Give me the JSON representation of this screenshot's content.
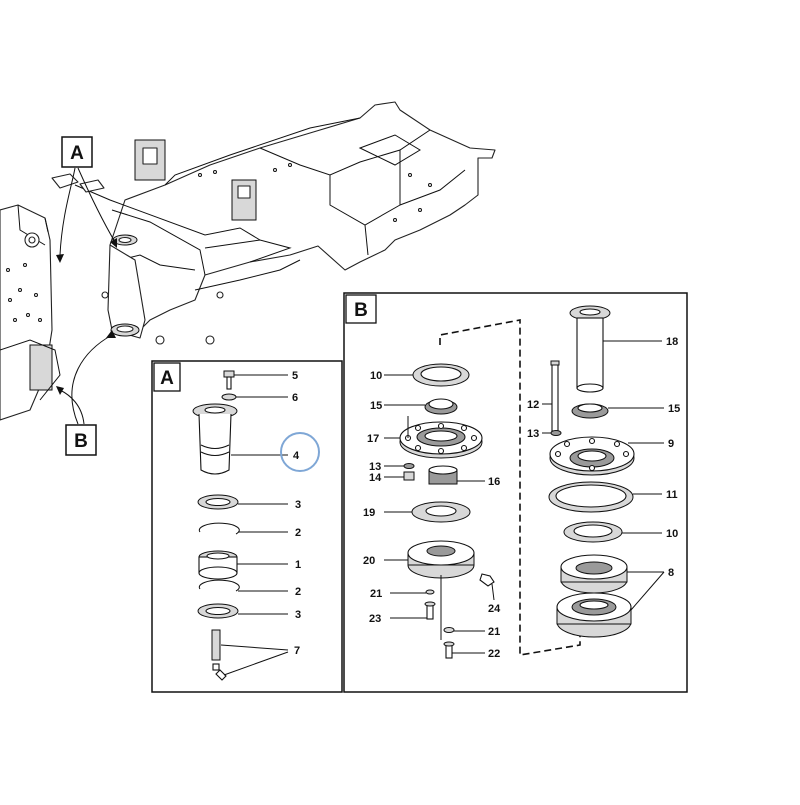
{
  "overview": {
    "callout_a": "A",
    "callout_b": "B"
  },
  "detail_a": {
    "title": "A",
    "labels": [
      "5",
      "6",
      "4",
      "3",
      "2",
      "1",
      "2",
      "3",
      "7"
    ],
    "highlighted_label": "4"
  },
  "detail_b": {
    "title": "B",
    "labels": [
      "10",
      "15",
      "17",
      "13",
      "14",
      "16",
      "19",
      "20",
      "21",
      "23",
      "24",
      "21",
      "22",
      "18",
      "12",
      "15",
      "13",
      "9",
      "11",
      "10",
      "8"
    ]
  },
  "colors": {
    "highlight": "#7fa7d6",
    "line": "#111111"
  }
}
